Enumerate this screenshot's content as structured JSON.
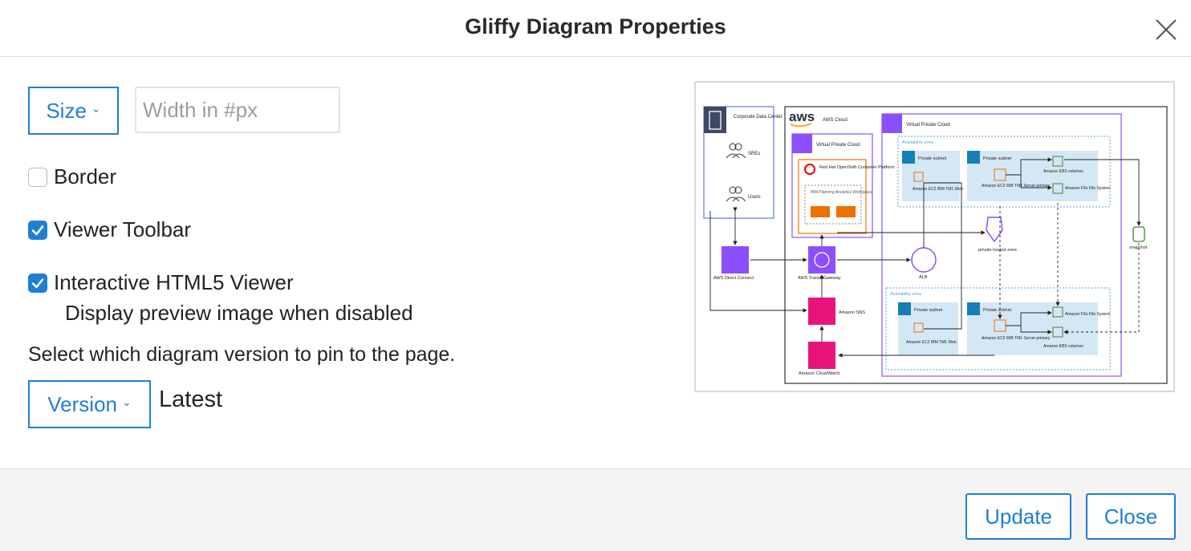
{
  "dialog": {
    "title": "Gliffy Diagram Properties"
  },
  "size": {
    "label": "Size",
    "input_placeholder": "Width in #px",
    "input_value": ""
  },
  "options": {
    "border": {
      "label": "Border",
      "checked": false
    },
    "viewer_toolbar": {
      "label": "Viewer Toolbar",
      "checked": true
    },
    "interactive_viewer": {
      "label": "Interactive HTML5 Viewer",
      "checked": true
    },
    "preview_note": "Display preview image when disabled"
  },
  "version": {
    "prompt": "Select which diagram version to pin to the page.",
    "label": "Version",
    "value": "Latest"
  },
  "footer": {
    "update_label": "Update",
    "close_label": "Close"
  },
  "preview": {
    "aws_logo": "aws",
    "corporate_dc": "Corporate Data Center",
    "sres": "SREs",
    "users": "Users",
    "aws_cloud": "AWS Cloud",
    "vpc_left": "Virtual Private Cloud",
    "vpc_right": "Virtual Private Cloud",
    "openshift": "Red Hat OpenShift Container Platform",
    "workspace": "IBM Planning Analytics Workspace",
    "direct_connect": "AWS Direct Connect",
    "transit_gateway": "AWS Transit Gateway",
    "sns": "Amazon SNS",
    "cloudwatch": "Amazon CloudWatch",
    "alb": "ALB",
    "az1": "Availability zone",
    "az2": "Availability zone",
    "private_subnet": "Private subnet",
    "ec2_web": "Amazon EC2 IBM TM1 Web",
    "ec2_server": "Amazon EC2 IMB TM1 Server primary",
    "ebs": "Amazon EBS volumes",
    "fsx": "Amazon FSx File System",
    "hosted_zone": "private hosted zone",
    "snapshot": "snapshot"
  },
  "colors": {
    "accent": "#1e7fd6",
    "purple": "#8c4fff",
    "pink": "#e7157b",
    "teal": "#147eba",
    "green": "#3f8624"
  }
}
